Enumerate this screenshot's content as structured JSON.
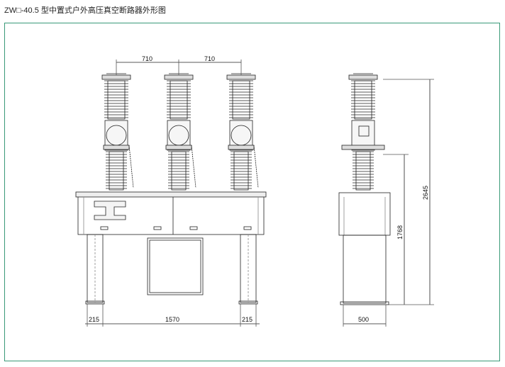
{
  "title": "ZW□-40.5 型中置式户外高压真空断路器外形图",
  "front_view": {
    "pole_spacing_left": "710",
    "pole_spacing_right": "710",
    "leg_width_left": "215",
    "leg_span": "1570",
    "leg_width_right": "215"
  },
  "side_view": {
    "overall_height": "2645",
    "cabinet_height": "1768",
    "base_width": "500"
  },
  "colors": {
    "frame_border": "#3a9a78",
    "line": "#222222"
  }
}
